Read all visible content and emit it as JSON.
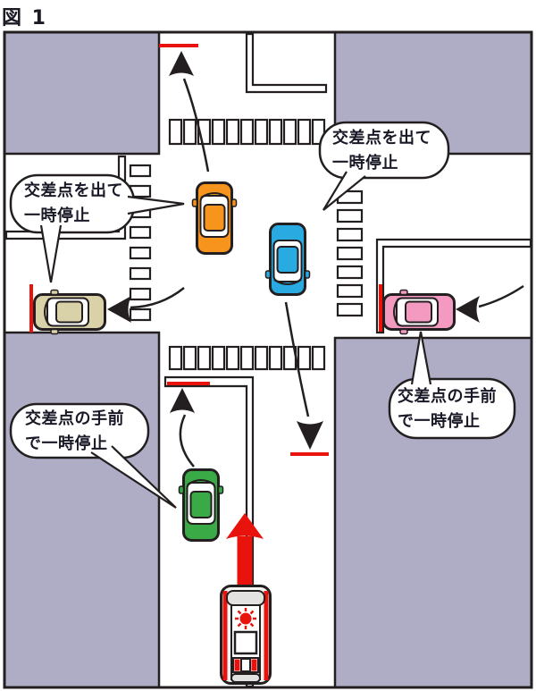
{
  "title": "図 1",
  "callouts": {
    "exit_left": {
      "line1": "交差点を出て",
      "line2": "一時停止"
    },
    "exit_right": {
      "line1": "交差点を出て",
      "line2": "一時停止"
    },
    "before_left": {
      "line1": "交差点の手前",
      "line2": "で一時停止"
    },
    "before_right": {
      "line1": "交差点の手前",
      "line2": "で一時停止"
    }
  },
  "vehicles": [
    {
      "name": "orange-car",
      "color": "#f7941d",
      "heading": "up"
    },
    {
      "name": "blue-car",
      "color": "#29abe2",
      "heading": "down"
    },
    {
      "name": "beige-car",
      "color": "#d9d2a8",
      "heading": "left"
    },
    {
      "name": "pink-car",
      "color": "#f49ac1",
      "heading": "left"
    },
    {
      "name": "green-car",
      "color": "#3aaa46",
      "heading": "up"
    },
    {
      "name": "emergency-vehicle",
      "color": "#ffffff",
      "heading": "up"
    }
  ],
  "colors": {
    "building_block": "#aeadc5",
    "road": "#ffffff",
    "outline": "#231f20",
    "stop_line": "#e8130c",
    "emergency_arrow": "#e8130c"
  }
}
